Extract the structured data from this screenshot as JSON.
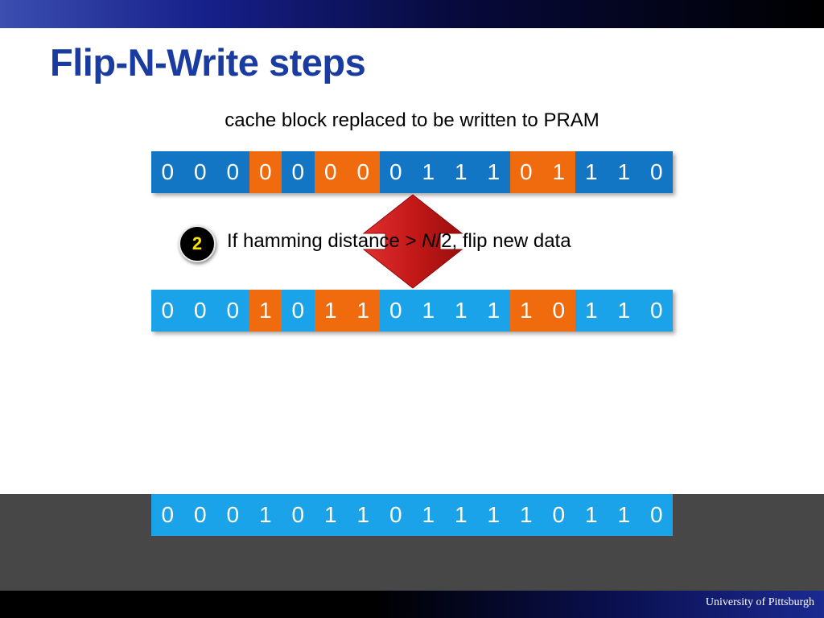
{
  "slide": {
    "title": "Flip-N-Write steps",
    "caption": "cache block replaced to be written to PRAM",
    "step": {
      "number": "2",
      "text_before": "If hamming distance > ",
      "variable": "N",
      "text_after": "/2, flip new data"
    },
    "footer": "University of Pittsburgh"
  },
  "rows": {
    "old": [
      {
        "v": "0",
        "hl": false
      },
      {
        "v": "0",
        "hl": false
      },
      {
        "v": "0",
        "hl": false
      },
      {
        "v": "0",
        "hl": true
      },
      {
        "v": "0",
        "hl": false
      },
      {
        "v": "0",
        "hl": true
      },
      {
        "v": "0",
        "hl": true
      },
      {
        "v": "0",
        "hl": false
      },
      {
        "v": "1",
        "hl": false
      },
      {
        "v": "1",
        "hl": false
      },
      {
        "v": "1",
        "hl": false
      },
      {
        "v": "0",
        "hl": true
      },
      {
        "v": "1",
        "hl": true
      },
      {
        "v": "1",
        "hl": false
      },
      {
        "v": "1",
        "hl": false
      },
      {
        "v": "0",
        "hl": false
      }
    ],
    "new": [
      {
        "v": "0",
        "hl": false
      },
      {
        "v": "0",
        "hl": false
      },
      {
        "v": "0",
        "hl": false
      },
      {
        "v": "1",
        "hl": true
      },
      {
        "v": "0",
        "hl": false
      },
      {
        "v": "1",
        "hl": true
      },
      {
        "v": "1",
        "hl": true
      },
      {
        "v": "0",
        "hl": false
      },
      {
        "v": "1",
        "hl": false
      },
      {
        "v": "1",
        "hl": false
      },
      {
        "v": "1",
        "hl": false
      },
      {
        "v": "1",
        "hl": true
      },
      {
        "v": "0",
        "hl": true
      },
      {
        "v": "1",
        "hl": false
      },
      {
        "v": "1",
        "hl": false
      },
      {
        "v": "0",
        "hl": false
      }
    ],
    "final": [
      {
        "v": "0",
        "hl": false
      },
      {
        "v": "0",
        "hl": false
      },
      {
        "v": "0",
        "hl": false
      },
      {
        "v": "1",
        "hl": false
      },
      {
        "v": "0",
        "hl": false
      },
      {
        "v": "1",
        "hl": false
      },
      {
        "v": "1",
        "hl": false
      },
      {
        "v": "0",
        "hl": false
      },
      {
        "v": "1",
        "hl": false
      },
      {
        "v": "1",
        "hl": false
      },
      {
        "v": "1",
        "hl": false
      },
      {
        "v": "1",
        "hl": false
      },
      {
        "v": "0",
        "hl": false
      },
      {
        "v": "1",
        "hl": false
      },
      {
        "v": "1",
        "hl": false
      },
      {
        "v": "0",
        "hl": false
      }
    ]
  },
  "colors": {
    "title": "#1a3ba0",
    "old_bit": "#1376c4",
    "new_bit": "#1ba3ea",
    "highlight_bit": "#f06a0e",
    "arrow": "#c41818",
    "badge_text": "#ffe400"
  },
  "icons": {
    "compare_arrow": "double-headed-vertical-arrow-icon"
  }
}
